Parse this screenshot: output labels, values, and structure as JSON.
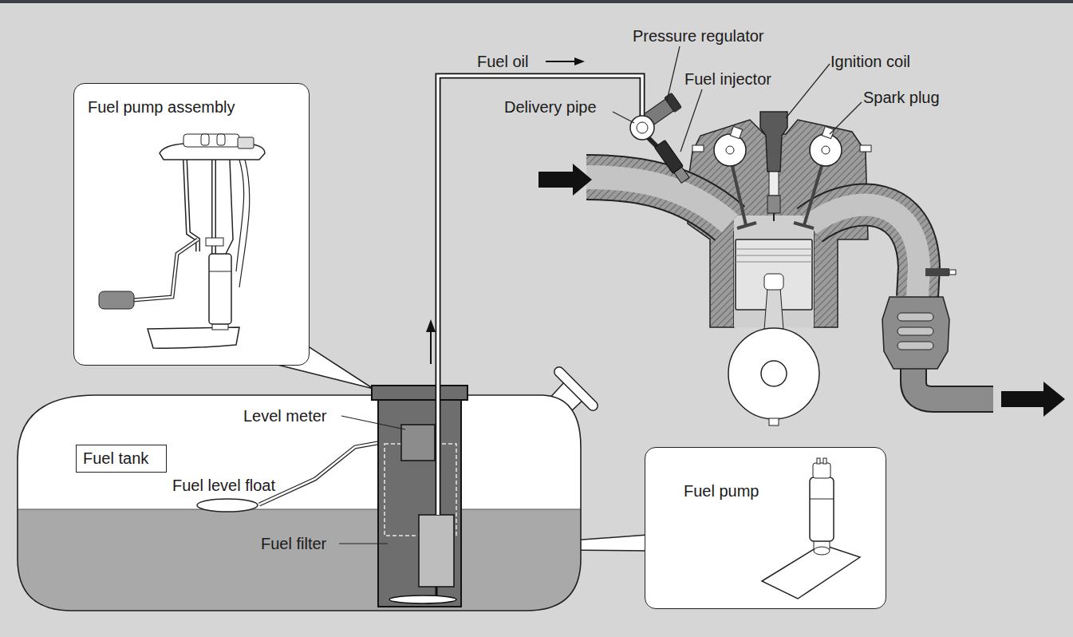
{
  "diagram": {
    "nodes": [
      {
        "text": [
          "Fuel pump assembly"
        ]
      },
      {
        "text": [
          "Fuel tank"
        ]
      },
      {
        "text": [
          "Fuel pump"
        ]
      }
    ],
    "labels": [
      "Fuel oil",
      "Pressure regulator",
      "Ignition coil",
      "Fuel injector",
      "Spark plug",
      "Delivery pipe",
      "Level meter",
      "Fuel level float",
      "Fuel filter"
    ]
  }
}
